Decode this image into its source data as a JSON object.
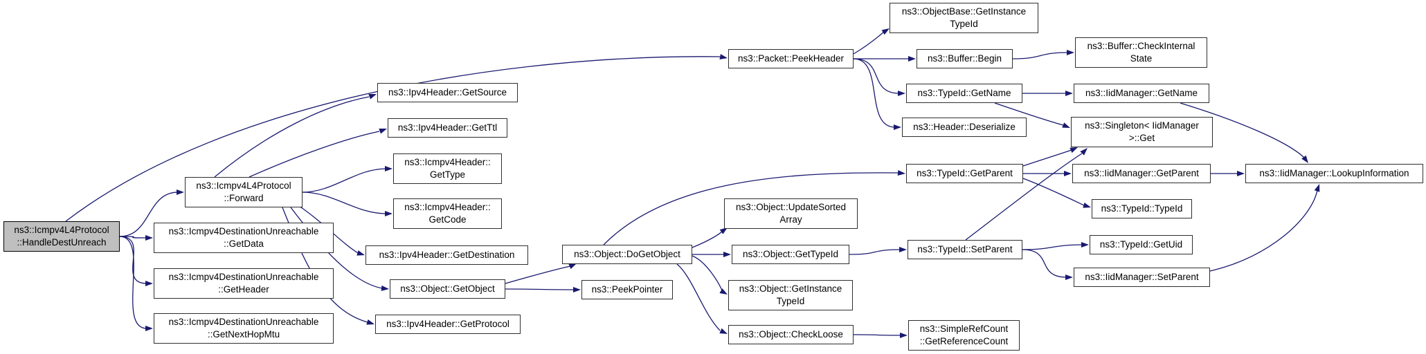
{
  "graph": {
    "title": "ns3::Icmpv4L4Protocol::HandleDestUnreach call graph",
    "nodes": [
      {
        "id": "handleDestUnreach",
        "label": "ns3::Icmpv4L4Protocol\n::HandleDestUnreach",
        "highlighted": true
      },
      {
        "id": "forward",
        "label": "ns3::Icmpv4L4Protocol\n::Forward",
        "highlighted": false
      },
      {
        "id": "getData",
        "label": "ns3::Icmpv4DestinationUnreachable\n::GetData",
        "highlighted": false
      },
      {
        "id": "getHeader",
        "label": "ns3::Icmpv4DestinationUnreachable\n::GetHeader",
        "highlighted": false
      },
      {
        "id": "getNextHopMtu",
        "label": "ns3::Icmpv4DestinationUnreachable\n::GetNextHopMtu",
        "highlighted": false
      },
      {
        "id": "ipv4GetSource",
        "label": "ns3::Ipv4Header::GetSource",
        "highlighted": false
      },
      {
        "id": "ipv4GetTtl",
        "label": "ns3::Ipv4Header::GetTtl",
        "highlighted": false
      },
      {
        "id": "icmpGetType",
        "label": "ns3::Icmpv4Header::\nGetType",
        "highlighted": false
      },
      {
        "id": "icmpGetCode",
        "label": "ns3::Icmpv4Header::\nGetCode",
        "highlighted": false
      },
      {
        "id": "ipv4GetDestination",
        "label": "ns3::Ipv4Header::GetDestination",
        "highlighted": false
      },
      {
        "id": "objGetObject",
        "label": "ns3::Object::GetObject",
        "highlighted": false
      },
      {
        "id": "ipv4GetProtocol",
        "label": "ns3::Ipv4Header::GetProtocol",
        "highlighted": false
      },
      {
        "id": "packetPeekHeader",
        "label": "ns3::Packet::PeekHeader",
        "highlighted": false
      },
      {
        "id": "objDoGetObject",
        "label": "ns3::Object::DoGetObject",
        "highlighted": false
      },
      {
        "id": "peekPointer",
        "label": "ns3::PeekPointer",
        "highlighted": false
      },
      {
        "id": "objUpdateSortedArray",
        "label": "ns3::Object::UpdateSorted\nArray",
        "highlighted": false
      },
      {
        "id": "objGetTypeId",
        "label": "ns3::Object::GetTypeId",
        "highlighted": false
      },
      {
        "id": "objGetInstanceTypeId",
        "label": "ns3::Object::GetInstance\nTypeId",
        "highlighted": false
      },
      {
        "id": "objCheckLoose",
        "label": "ns3::Object::CheckLoose",
        "highlighted": false
      },
      {
        "id": "objectBaseGetInstanceTypeId",
        "label": "ns3::ObjectBase::GetInstance\nTypeId",
        "highlighted": false
      },
      {
        "id": "bufferBegin",
        "label": "ns3::Buffer::Begin",
        "highlighted": false
      },
      {
        "id": "bufferCheckInternalState",
        "label": "ns3::Buffer::CheckInternal\nState",
        "highlighted": false
      },
      {
        "id": "typeIdGetName",
        "label": "ns3::TypeId::GetName",
        "highlighted": false
      },
      {
        "id": "iidGetName",
        "label": "ns3::IidManager::GetName",
        "highlighted": false
      },
      {
        "id": "headerDeserialize",
        "label": "ns3::Header::Deserialize",
        "highlighted": false
      },
      {
        "id": "singletonGet",
        "label": "ns3::Singleton< IidManager\n>::Get",
        "highlighted": false
      },
      {
        "id": "typeIdGetParent",
        "label": "ns3::TypeId::GetParent",
        "highlighted": false
      },
      {
        "id": "iidGetParent",
        "label": "ns3::IidManager::GetParent",
        "highlighted": false
      },
      {
        "id": "typeIdTypeId",
        "label": "ns3::TypeId::TypeId",
        "highlighted": false
      },
      {
        "id": "typeIdGetUid",
        "label": "ns3::TypeId::GetUid",
        "highlighted": false
      },
      {
        "id": "iidSetParent",
        "label": "ns3::IidManager::SetParent",
        "highlighted": false
      },
      {
        "id": "typeIdSetParent",
        "label": "ns3::TypeId::SetParent",
        "highlighted": false
      },
      {
        "id": "simpleRefCount",
        "label": "ns3::SimpleRefCount\n::GetReferenceCount",
        "highlighted": false
      },
      {
        "id": "lookupInformation",
        "label": "ns3::IidManager::LookupInformation",
        "highlighted": false
      }
    ],
    "edges": [
      {
        "from": "handleDestUnreach",
        "to": "forward"
      },
      {
        "from": "handleDestUnreach",
        "to": "getData"
      },
      {
        "from": "handleDestUnreach",
        "to": "getHeader"
      },
      {
        "from": "handleDestUnreach",
        "to": "getNextHopMtu"
      },
      {
        "from": "handleDestUnreach",
        "to": "packetPeekHeader"
      },
      {
        "from": "forward",
        "to": "ipv4GetSource"
      },
      {
        "from": "forward",
        "to": "ipv4GetTtl"
      },
      {
        "from": "forward",
        "to": "icmpGetType"
      },
      {
        "from": "forward",
        "to": "icmpGetCode"
      },
      {
        "from": "forward",
        "to": "ipv4GetDestination"
      },
      {
        "from": "forward",
        "to": "objGetObject"
      },
      {
        "from": "forward",
        "to": "ipv4GetProtocol"
      },
      {
        "from": "objGetObject",
        "to": "objDoGetObject"
      },
      {
        "from": "objGetObject",
        "to": "peekPointer"
      },
      {
        "from": "objDoGetObject",
        "to": "typeIdGetParent"
      },
      {
        "from": "objDoGetObject",
        "to": "objUpdateSortedArray"
      },
      {
        "from": "objDoGetObject",
        "to": "objGetTypeId"
      },
      {
        "from": "objDoGetObject",
        "to": "objGetInstanceTypeId"
      },
      {
        "from": "objDoGetObject",
        "to": "objCheckLoose"
      },
      {
        "from": "objGetTypeId",
        "to": "typeIdSetParent"
      },
      {
        "from": "objCheckLoose",
        "to": "simpleRefCount"
      },
      {
        "from": "packetPeekHeader",
        "to": "objectBaseGetInstanceTypeId"
      },
      {
        "from": "packetPeekHeader",
        "to": "bufferBegin"
      },
      {
        "from": "packetPeekHeader",
        "to": "typeIdGetName"
      },
      {
        "from": "packetPeekHeader",
        "to": "headerDeserialize"
      },
      {
        "from": "bufferBegin",
        "to": "bufferCheckInternalState"
      },
      {
        "from": "typeIdGetName",
        "to": "iidGetName"
      },
      {
        "from": "typeIdGetName",
        "to": "singletonGet"
      },
      {
        "from": "iidGetName",
        "to": "lookupInformation"
      },
      {
        "from": "typeIdGetParent",
        "to": "singletonGet"
      },
      {
        "from": "typeIdGetParent",
        "to": "iidGetParent"
      },
      {
        "from": "typeIdGetParent",
        "to": "typeIdTypeId"
      },
      {
        "from": "iidGetParent",
        "to": "lookupInformation"
      },
      {
        "from": "typeIdSetParent",
        "to": "singletonGet"
      },
      {
        "from": "typeIdSetParent",
        "to": "typeIdGetUid"
      },
      {
        "from": "typeIdSetParent",
        "to": "iidSetParent"
      },
      {
        "from": "iidSetParent",
        "to": "lookupInformation"
      }
    ]
  },
  "colors": {
    "edge": "#191970",
    "node_border": "#2d2d2d",
    "node_fill": "#ffffff",
    "root_fill": "#bfbfbf",
    "text": "#000000"
  }
}
